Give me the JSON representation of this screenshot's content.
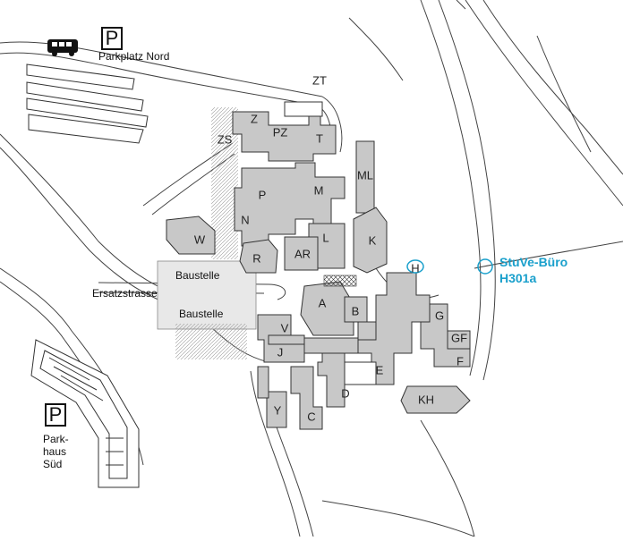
{
  "map": {
    "labels": {
      "parkplatz_nord": "Parkplatz Nord",
      "parkhaus_sued_1": "Park-",
      "parkhaus_sued_2": "haus",
      "parkhaus_sued_3": "Süd",
      "baustelle_1": "Baustelle",
      "baustelle_2": "Baustelle",
      "ersatzstrasse": "Ersatzstrasse",
      "parking_symbol": "P"
    },
    "stuve": {
      "line1": "StuVe-Büro",
      "line2": "H301a",
      "color": "#1aa0cc"
    },
    "buildings": [
      "ZT",
      "Z",
      "ZS",
      "PZ",
      "T",
      "ML",
      "M",
      "P",
      "N",
      "W",
      "L",
      "K",
      "R",
      "AR",
      "A",
      "B",
      "H",
      "G",
      "V",
      "J",
      "GF",
      "F",
      "E",
      "D",
      "KH",
      "Y",
      "C"
    ],
    "colors": {
      "building_fill": "#c8c8c8",
      "outline": "#333333",
      "construction": "#e8e8e8"
    },
    "icons": [
      "bus-icon",
      "parking-sign-icon",
      "stuve-marker-icon",
      "building-h-marker-icon"
    ]
  }
}
